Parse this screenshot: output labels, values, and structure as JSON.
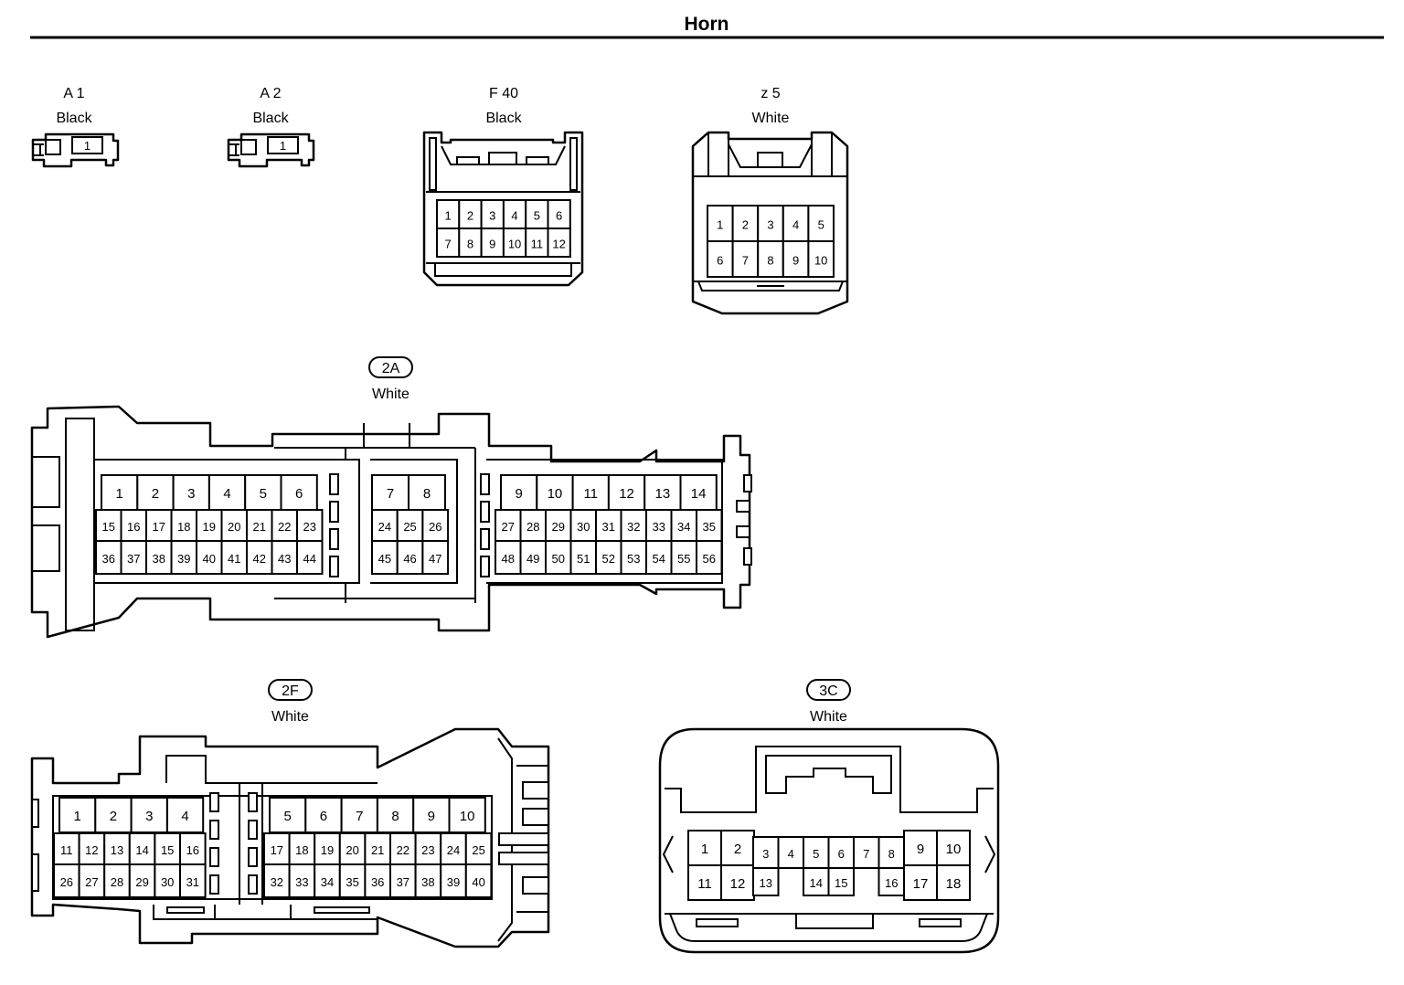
{
  "title": "Horn",
  "connectors": [
    {
      "id": "a1",
      "code": "A 1",
      "color": "Black",
      "rows": [
        [
          "1"
        ]
      ]
    },
    {
      "id": "a2",
      "code": "A 2",
      "color": "Black",
      "rows": [
        [
          "1"
        ]
      ]
    },
    {
      "id": "f40",
      "code": "F 40",
      "color": "Black",
      "rows": [
        [
          "1",
          "2",
          "3",
          "4",
          "5",
          "6"
        ],
        [
          "7",
          "8",
          "9",
          "10",
          "11",
          "12"
        ]
      ]
    },
    {
      "id": "z5",
      "code": "z 5",
      "color": "White",
      "rows": [
        [
          "1",
          "2",
          "3",
          "4",
          "5"
        ],
        [
          "6",
          "7",
          "8",
          "9",
          "10"
        ]
      ]
    },
    {
      "id": "2a",
      "code": "2A",
      "color": "White",
      "rows": [
        [
          "1",
          "2",
          "3",
          "4",
          "5",
          "6"
        ],
        [
          "15",
          "16",
          "17",
          "18",
          "19",
          "20",
          "21",
          "22",
          "23"
        ],
        [
          "36",
          "37",
          "38",
          "39",
          "40",
          "41",
          "42",
          "43",
          "44"
        ],
        [
          "7",
          "8"
        ],
        [
          "24",
          "25",
          "26"
        ],
        [
          "45",
          "46",
          "47"
        ],
        [
          "9",
          "10",
          "11",
          "12",
          "13",
          "14"
        ],
        [
          "27",
          "28",
          "29",
          "30",
          "31",
          "32",
          "33",
          "34",
          "35"
        ],
        [
          "48",
          "49",
          "50",
          "51",
          "52",
          "53",
          "54",
          "55",
          "56"
        ]
      ]
    },
    {
      "id": "2f",
      "code": "2F",
      "color": "White",
      "rows": [
        [
          "1",
          "2",
          "3",
          "4"
        ],
        [
          "11",
          "12",
          "13",
          "14",
          "15",
          "16"
        ],
        [
          "26",
          "27",
          "28",
          "29",
          "30",
          "31"
        ],
        [
          "5",
          "6",
          "7",
          "8",
          "9",
          "10"
        ],
        [
          "17",
          "18",
          "19",
          "20",
          "21",
          "22",
          "23",
          "24",
          "25"
        ],
        [
          "32",
          "33",
          "34",
          "35",
          "36",
          "37",
          "38",
          "39",
          "40"
        ]
      ]
    },
    {
      "id": "3c",
      "code": "3C",
      "color": "White",
      "rows": [
        [
          "1",
          "2"
        ],
        [
          "11",
          "12"
        ],
        [
          "3",
          "4",
          "5",
          "6",
          "7",
          "8"
        ],
        [
          "13",
          "14",
          "15",
          "16"
        ],
        [
          "9",
          "10"
        ],
        [
          "17",
          "18"
        ]
      ]
    }
  ]
}
